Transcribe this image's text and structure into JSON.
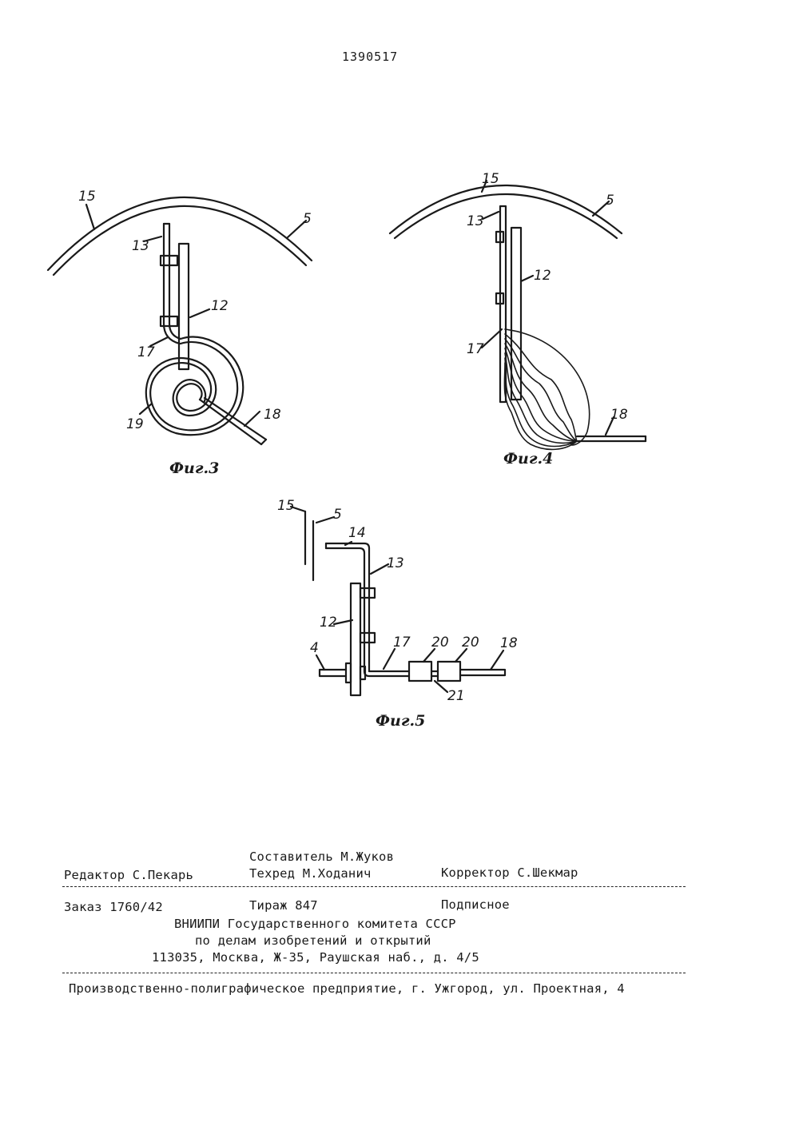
{
  "page_number": "1390517",
  "figures": {
    "fig3": {
      "caption": "Фиг.3",
      "labels": {
        "l15": "15",
        "l5": "5",
        "l13": "13",
        "l12": "12",
        "l17": "17",
        "l19": "19",
        "l18": "18"
      }
    },
    "fig4": {
      "caption": "Фиг.4",
      "labels": {
        "l15": "15",
        "l5": "5",
        "l13": "13",
        "l12": "12",
        "l17": "17",
        "l18": "18"
      }
    },
    "fig5": {
      "caption": "Фиг.5",
      "labels": {
        "l15": "15",
        "l5": "5",
        "l14": "14",
        "l13": "13",
        "l12": "12",
        "l4": "4",
        "l17": "17",
        "l20a": "20",
        "l20b": "20",
        "l18": "18",
        "l21": "21"
      }
    }
  },
  "imprint": {
    "compiler": "Составитель М.Жуков",
    "editor": "Редактор С.Пекарь",
    "techred": "Техред М.Ходанич",
    "corrector": "Корректор С.Шекмар",
    "order": "Заказ 1760/42",
    "circulation": "Тираж 847",
    "subscription": "Подписное",
    "org_line1": "ВНИИПИ Государственного комитета СССР",
    "org_line2": "по делам изобретений и открытий",
    "org_address": "113035, Москва, Ж-35, Раушская наб., д. 4/5",
    "printer": "Производственно-полиграфическое предприятие, г. Ужгород, ул. Проектная, 4"
  }
}
